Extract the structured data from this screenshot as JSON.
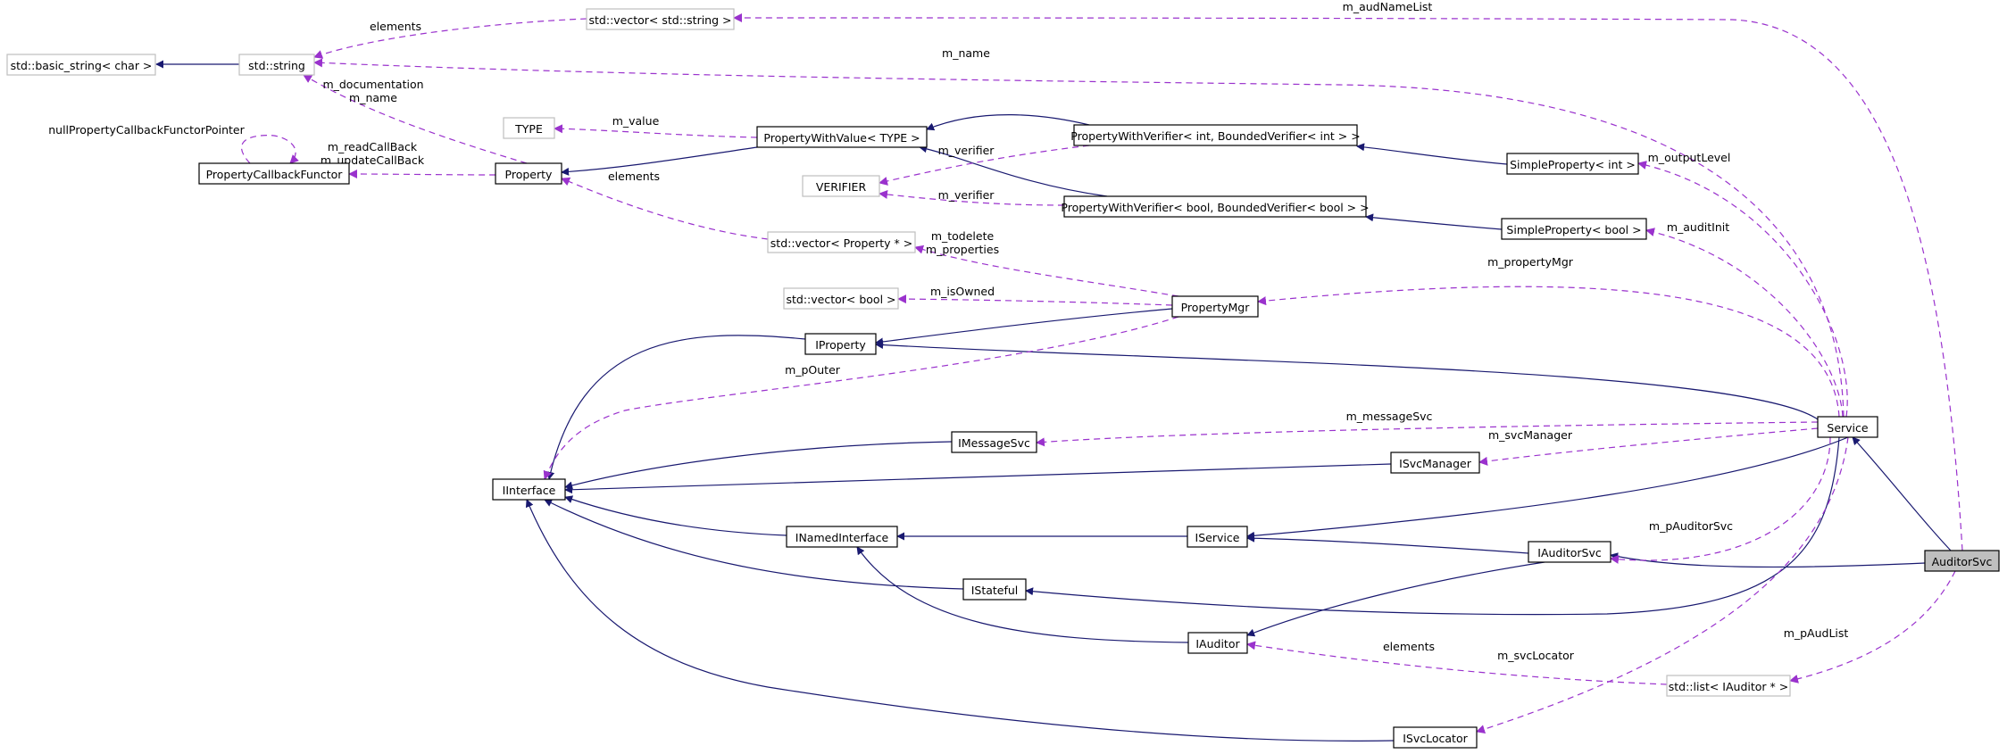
{
  "colors": {
    "inheritance": "#191970",
    "usage": "#9a32cd",
    "node_border": "#000000",
    "undocumented_border": "#bfbfbf",
    "highlight_fill": "#bfbfbf"
  },
  "nodes": [
    {
      "id": "basic_string",
      "label": "std::basic_string< char >",
      "style": "gray"
    },
    {
      "id": "string",
      "label": "std::string",
      "style": "gray"
    },
    {
      "id": "vec_string",
      "label": "std::vector< std::string >",
      "style": "gray"
    },
    {
      "id": "type",
      "label": "TYPE",
      "style": "gray"
    },
    {
      "id": "pcf",
      "label": "PropertyCallbackFunctor",
      "style": "normal"
    },
    {
      "id": "property",
      "label": "Property",
      "style": "normal"
    },
    {
      "id": "pwv_type",
      "label": "PropertyWithValue< TYPE >",
      "style": "normal"
    },
    {
      "id": "verifier",
      "label": "VERIFIER",
      "style": "gray"
    },
    {
      "id": "pwver_int",
      "label": "PropertyWithVerifier< int, BoundedVerifier< int > >",
      "style": "normal"
    },
    {
      "id": "pwver_bool",
      "label": "PropertyWithVerifier< bool, BoundedVerifier< bool > >",
      "style": "normal"
    },
    {
      "id": "sp_int",
      "label": "SimpleProperty< int >",
      "style": "normal"
    },
    {
      "id": "sp_bool",
      "label": "SimpleProperty< bool >",
      "style": "normal"
    },
    {
      "id": "vec_prop",
      "label": "std::vector< Property * >",
      "style": "gray"
    },
    {
      "id": "vec_bool",
      "label": "std::vector< bool >",
      "style": "gray"
    },
    {
      "id": "propmgr",
      "label": "PropertyMgr",
      "style": "normal"
    },
    {
      "id": "iproperty",
      "label": "IProperty",
      "style": "normal"
    },
    {
      "id": "iinterface",
      "label": "IInterface",
      "style": "normal"
    },
    {
      "id": "imsgsvc",
      "label": "IMessageSvc",
      "style": "normal"
    },
    {
      "id": "isvcmgr",
      "label": "ISvcManager",
      "style": "normal"
    },
    {
      "id": "service",
      "label": "Service",
      "style": "normal"
    },
    {
      "id": "inamed",
      "label": "INamedInterface",
      "style": "normal"
    },
    {
      "id": "iservice",
      "label": "IService",
      "style": "normal"
    },
    {
      "id": "iauditorsvc",
      "label": "IAuditorSvc",
      "style": "normal"
    },
    {
      "id": "auditorsvc",
      "label": "AuditorSvc",
      "style": "main"
    },
    {
      "id": "istateful",
      "label": "IStateful",
      "style": "normal"
    },
    {
      "id": "iauditor",
      "label": "IAuditor",
      "style": "normal"
    },
    {
      "id": "list_iauditor",
      "label": "std::list< IAuditor * >",
      "style": "gray"
    },
    {
      "id": "isvclocator",
      "label": "ISvcLocator",
      "style": "normal"
    }
  ],
  "edges": [
    {
      "id": "e_string_basic",
      "kind": "inheritance",
      "from": "string",
      "to": "basic_string",
      "label": ""
    },
    {
      "id": "e_property_pwv",
      "kind": "inheritance",
      "from": "pwv_type",
      "to": "property",
      "label": ""
    },
    {
      "id": "e_pwver_int_pwv",
      "kind": "inheritance",
      "from": "pwver_int",
      "to": "pwv_type",
      "label": ""
    },
    {
      "id": "e_pwver_bool_pwv",
      "kind": "inheritance",
      "from": "pwver_bool",
      "to": "pwv_type",
      "label": ""
    },
    {
      "id": "e_spint_pwver",
      "kind": "inheritance",
      "from": "sp_int",
      "to": "pwver_int",
      "label": ""
    },
    {
      "id": "e_spbool_pwver",
      "kind": "inheritance",
      "from": "sp_bool",
      "to": "pwver_bool",
      "label": ""
    },
    {
      "id": "e_propmgr_iprop",
      "kind": "inheritance",
      "from": "propmgr",
      "to": "iproperty",
      "label": ""
    },
    {
      "id": "e_iprop_iint",
      "kind": "inheritance",
      "from": "iproperty",
      "to": "iinterface",
      "label": ""
    },
    {
      "id": "e_service_iprop",
      "kind": "inheritance",
      "from": "service",
      "to": "iproperty",
      "label": ""
    },
    {
      "id": "e_imsg_iint",
      "kind": "inheritance",
      "from": "imsgsvc",
      "to": "iinterface",
      "label": ""
    },
    {
      "id": "e_isvcmgr_iint",
      "kind": "inheritance",
      "from": "isvcmgr",
      "to": "iinterface",
      "label": ""
    },
    {
      "id": "e_inamed_iint",
      "kind": "inheritance",
      "from": "inamed",
      "to": "iinterface",
      "label": ""
    },
    {
      "id": "e_istateful_iint",
      "kind": "inheritance",
      "from": "istateful",
      "to": "iinterface",
      "label": ""
    },
    {
      "id": "e_isvcloc_iint",
      "kind": "inheritance",
      "from": "isvclocator",
      "to": "iinterface",
      "label": ""
    },
    {
      "id": "e_iservice_inamed",
      "kind": "inheritance",
      "from": "iservice",
      "to": "inamed",
      "label": ""
    },
    {
      "id": "e_service_iservice",
      "kind": "inheritance",
      "from": "service",
      "to": "iservice",
      "label": ""
    },
    {
      "id": "e_iaudsvc_iservice",
      "kind": "inheritance",
      "from": "iauditorsvc",
      "to": "iservice",
      "label": ""
    },
    {
      "id": "e_service_istateful",
      "kind": "inheritance",
      "from": "service",
      "to": "istateful",
      "label": ""
    },
    {
      "id": "e_iauditor_inamed",
      "kind": "inheritance",
      "from": "iauditor",
      "to": "inamed",
      "label": ""
    },
    {
      "id": "e_iaudsvc_iauditor",
      "kind": "inheritance",
      "from": "iauditorsvc",
      "to": "iauditor",
      "label": ""
    },
    {
      "id": "e_audsvc_service",
      "kind": "inheritance",
      "from": "auditorsvc",
      "to": "service",
      "label": ""
    },
    {
      "id": "e_audsvc_iaudsvc",
      "kind": "inheritance",
      "from": "auditorsvc",
      "to": "iauditorsvc",
      "label": ""
    },
    {
      "id": "u_vecstr_string",
      "kind": "usage",
      "from": "vec_string",
      "to": "string",
      "label": "elements"
    },
    {
      "id": "u_service_string",
      "kind": "usage",
      "from": "service",
      "to": "string",
      "label": "m_name"
    },
    {
      "id": "u_audsvc_vecstr",
      "kind": "usage",
      "from": "auditorsvc",
      "to": "vec_string",
      "label": "m_audNameList"
    },
    {
      "id": "u_property_string",
      "kind": "usage",
      "from": "property",
      "to": "string",
      "label": "m_documentation\nm_name"
    },
    {
      "id": "u_pcf_self",
      "kind": "usage",
      "from": "pcf",
      "to": "pcf",
      "label": "nullPropertyCallbackFunctorPointer"
    },
    {
      "id": "u_property_pcf",
      "kind": "usage",
      "from": "property",
      "to": "pcf",
      "label": "m_readCallBack\nm_updateCallBack"
    },
    {
      "id": "u_pwv_type",
      "kind": "usage",
      "from": "pwv_type",
      "to": "type",
      "label": "m_value"
    },
    {
      "id": "u_pwverint_verifier",
      "kind": "usage",
      "from": "pwver_int",
      "to": "verifier",
      "label": "m_verifier"
    },
    {
      "id": "u_pwverbool_verifier",
      "kind": "usage",
      "from": "pwver_bool",
      "to": "verifier",
      "label": "m_verifier"
    },
    {
      "id": "u_vecprop_property",
      "kind": "usage",
      "from": "vec_prop",
      "to": "property",
      "label": "elements"
    },
    {
      "id": "u_propmgr_vecprop",
      "kind": "usage",
      "from": "propmgr",
      "to": "vec_prop",
      "label": "m_todelete\nm_properties"
    },
    {
      "id": "u_propmgr_vecbool",
      "kind": "usage",
      "from": "propmgr",
      "to": "vec_bool",
      "label": "m_isOwned"
    },
    {
      "id": "u_propmgr_iint",
      "kind": "usage",
      "from": "propmgr",
      "to": "iinterface",
      "label": "m_pOuter"
    },
    {
      "id": "u_service_spint",
      "kind": "usage",
      "from": "service",
      "to": "sp_int",
      "label": "m_outputLevel"
    },
    {
      "id": "u_service_spbool",
      "kind": "usage",
      "from": "service",
      "to": "sp_bool",
      "label": "m_auditInit"
    },
    {
      "id": "u_service_propmgr",
      "kind": "usage",
      "from": "service",
      "to": "propmgr",
      "label": "m_propertyMgr"
    },
    {
      "id": "u_service_imsg",
      "kind": "usage",
      "from": "service",
      "to": "imsgsvc",
      "label": "m_messageSvc"
    },
    {
      "id": "u_service_isvcmgr",
      "kind": "usage",
      "from": "service",
      "to": "isvcmgr",
      "label": "m_svcManager"
    },
    {
      "id": "u_service_iaudsvc",
      "kind": "usage",
      "from": "service",
      "to": "iauditorsvc",
      "label": "m_pAuditorSvc"
    },
    {
      "id": "u_service_isvcloc",
      "kind": "usage",
      "from": "service",
      "to": "isvclocator",
      "label": "m_svcLocator"
    },
    {
      "id": "u_list_iauditor",
      "kind": "usage",
      "from": "list_iauditor",
      "to": "iauditor",
      "label": "elements"
    },
    {
      "id": "u_audsvc_list",
      "kind": "usage",
      "from": "auditorsvc",
      "to": "list_iauditor",
      "label": "m_pAudList"
    }
  ]
}
